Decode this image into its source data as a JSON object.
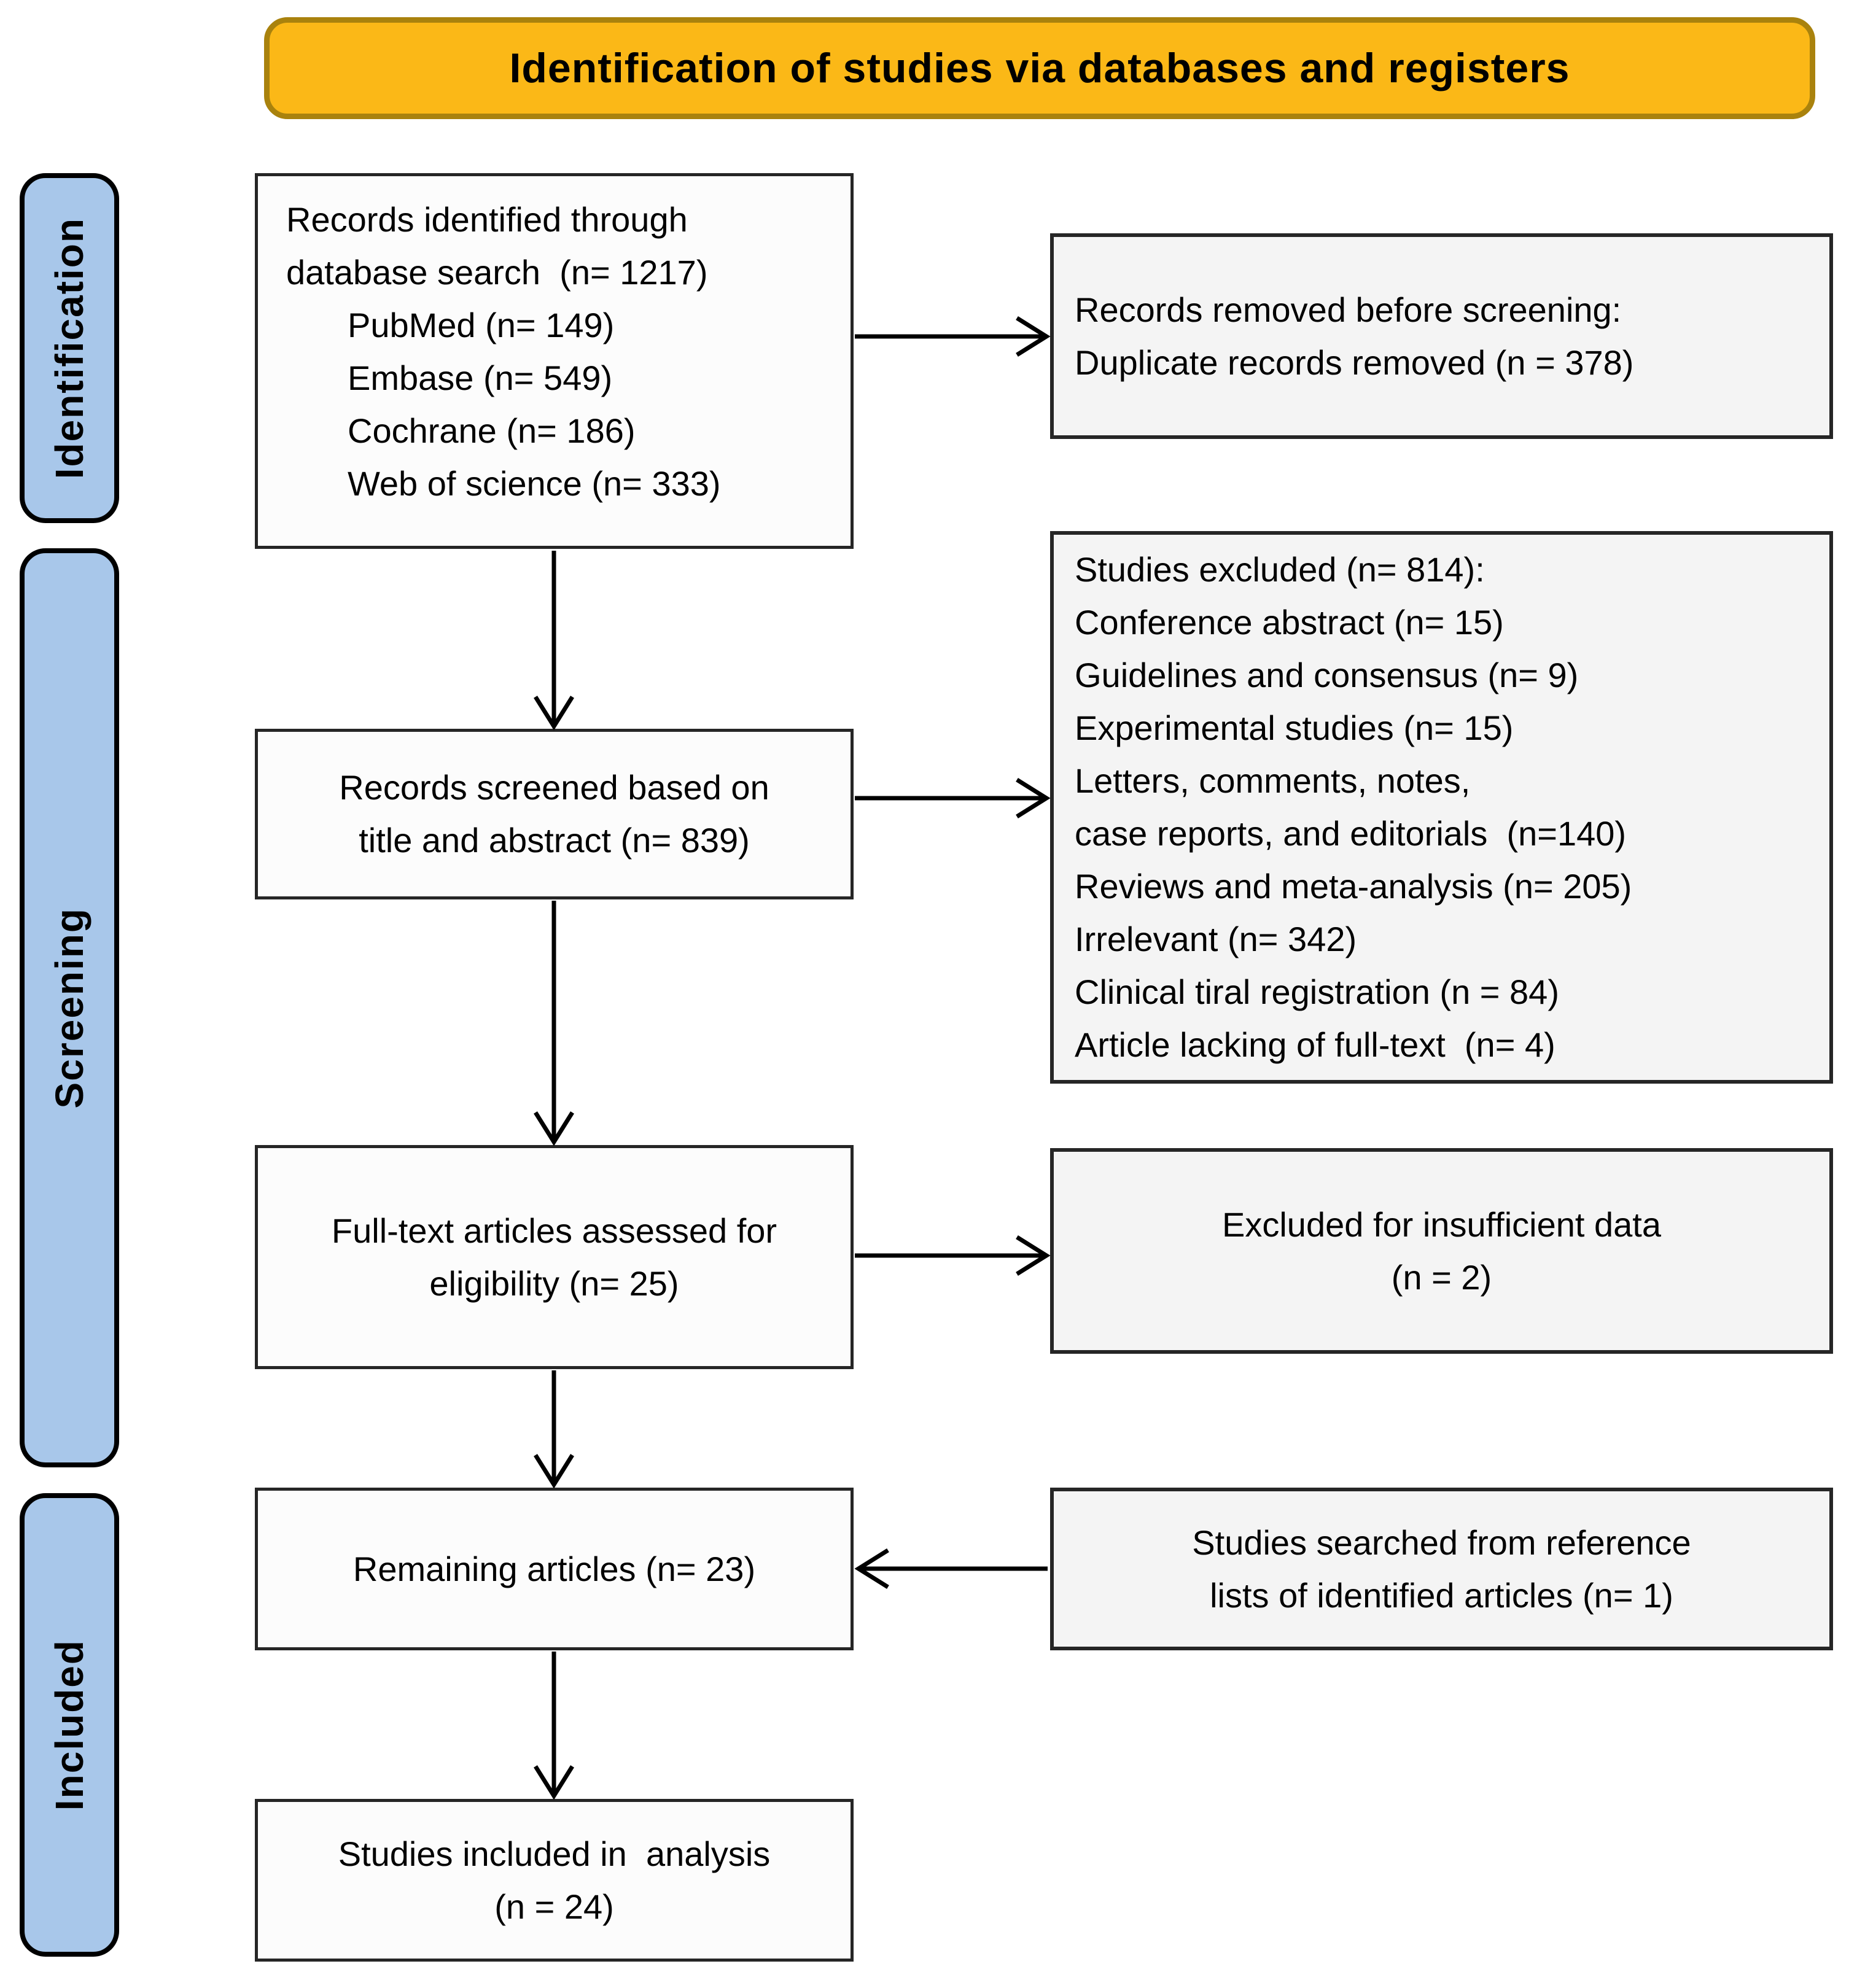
{
  "banner": {
    "label": "Identification of studies via databases and registers"
  },
  "stages": {
    "identification": "Identification",
    "screening": "Screening",
    "included": "Included"
  },
  "flow": {
    "records_identified": {
      "lines": [
        "Records identified through",
        "database search  (n= 1217)",
        "PubMed (n= 149)",
        "Embase (n= 549)",
        "Cochrane (n= 186)",
        "Web of science (n= 333)"
      ]
    },
    "records_removed": {
      "lines": [
        "Records removed before screening:",
        "Duplicate records removed (n = 378)"
      ]
    },
    "records_screened": {
      "lines": [
        "Records screened based on",
        "title and abstract (n= 839)"
      ]
    },
    "studies_excluded": {
      "lines": [
        "Studies excluded (n= 814):",
        "Conference abstract (n= 15)",
        "Guidelines and consensus (n= 9)",
        "Experimental studies (n= 15)",
        "Letters, comments, notes,",
        "case reports, and editorials  (n=140)",
        "Reviews and meta-analysis (n= 205)",
        "Irrelevant (n= 342)",
        "Clinical tiral registration (n = 84)",
        "Article lacking of full-text  (n= 4)"
      ]
    },
    "fulltext_assessed": {
      "lines": [
        "Full-text articles assessed for",
        "eligibility (n= 25)"
      ]
    },
    "excluded_insufficient": {
      "lines": [
        "Excluded for insufficient data",
        "(n = 2)"
      ]
    },
    "remaining_articles": {
      "lines": [
        "Remaining articles (n= 23)"
      ]
    },
    "reference_search": {
      "lines": [
        "Studies searched from reference",
        "lists of identified articles (n= 1)"
      ]
    },
    "studies_included": {
      "lines": [
        "Studies included in  analysis",
        "(n = 24)"
      ]
    }
  },
  "colors": {
    "banner_bg": "#FBB817",
    "banner_border": "#A9820D",
    "stage_bg": "#A8C7EA",
    "box_bg_left": "#FCFCFC",
    "box_bg_right": "#F4F4F4",
    "box_border": "#262626",
    "arrow": "#000000"
  }
}
